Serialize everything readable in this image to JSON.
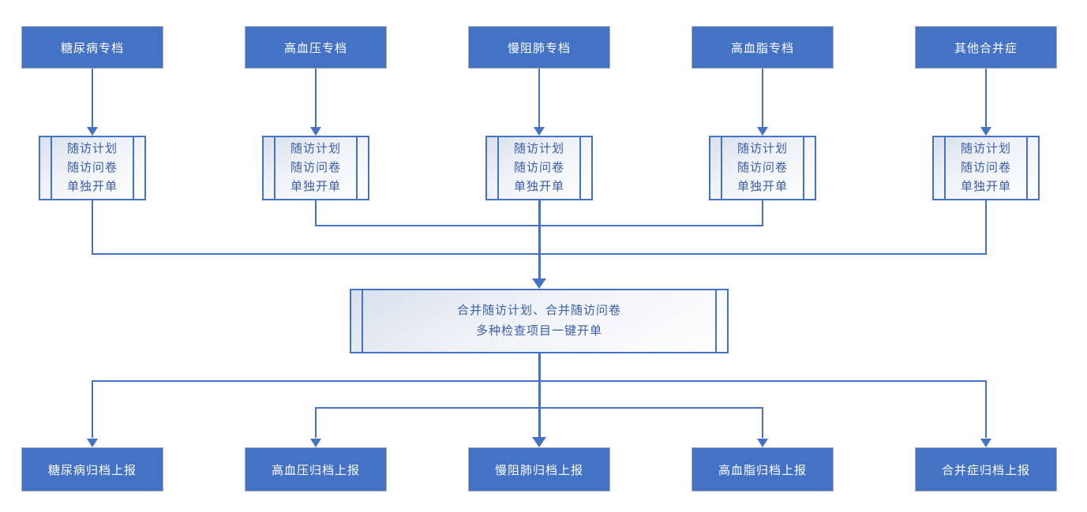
{
  "diagram": {
    "type": "flowchart",
    "colors": {
      "accent": "#4472C4",
      "node_fill": "#4472C4",
      "node_text": "#FFFFFF",
      "process_text": "#3A5EA8",
      "node_border": "#ADADAD"
    },
    "columns": [
      {
        "top_label": "糖尿病专档",
        "bottom_label": "糖尿病归档上报"
      },
      {
        "top_label": "高血压专档",
        "bottom_label": "高血压归档上报"
      },
      {
        "top_label": "慢阻肺专档",
        "bottom_label": "慢阻肺归档上报"
      },
      {
        "top_label": "高血脂专档",
        "bottom_label": "高血脂归档上报"
      },
      {
        "top_label": "其他合并症",
        "bottom_label": "合并症归档上报"
      }
    ],
    "subprocess": {
      "lines": [
        "随访计划",
        "随访问卷",
        "单独开单"
      ]
    },
    "merge_box": {
      "line1": "合并随访计划、合并随访问卷",
      "line2": "多种检查项目一键开单"
    }
  }
}
